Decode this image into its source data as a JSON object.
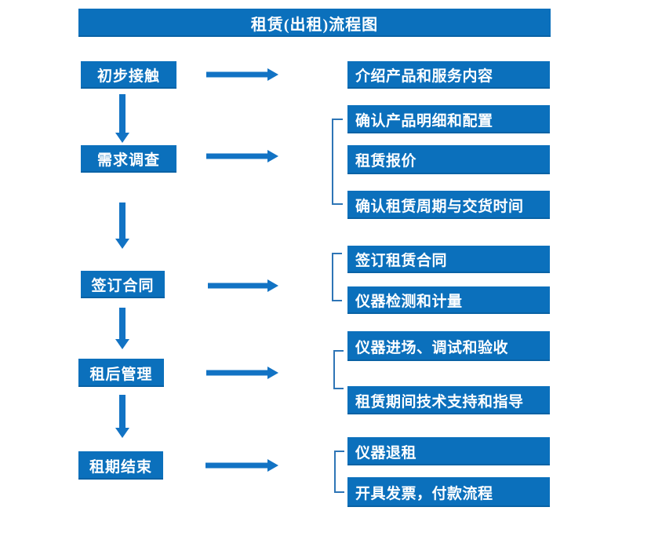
{
  "title": "租赁(出租)流程图",
  "flow_steps": [
    {
      "step": "初步接触",
      "details": [
        "介绍产品和服务内容"
      ]
    },
    {
      "step": "需求调查",
      "details": [
        "确认产品明细和配置",
        "租赁报价",
        "确认租赁周期与交货时间"
      ]
    },
    {
      "step": "签订合同",
      "details": [
        "签订租赁合同",
        "仪器检测和计量"
      ]
    },
    {
      "step": "租后管理",
      "details": [
        "仪器进场、调试和验收",
        "租赁期间技术支持和指导"
      ]
    },
    {
      "step": "租期结束",
      "details": [
        "仪器退租",
        "开具发票，付款流程"
      ]
    }
  ],
  "colors": {
    "box_blue": "#0b70bc",
    "arrow_blue": "#1273c4",
    "bracket_blue": "#2e75b6",
    "text": "#ffffff",
    "background": "#ffffff"
  }
}
